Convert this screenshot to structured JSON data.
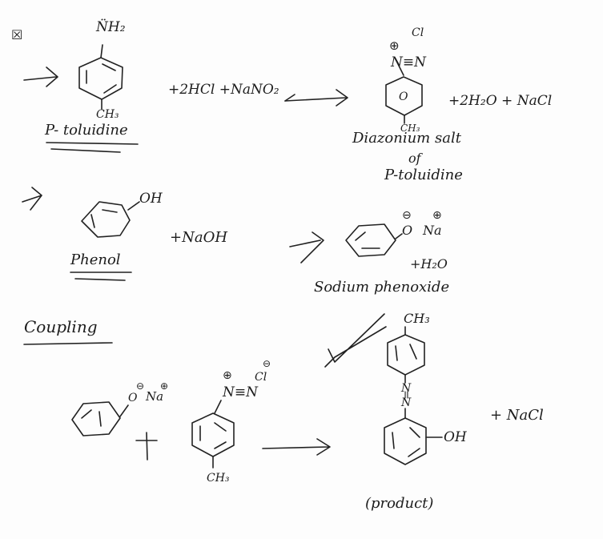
{
  "reaction1": {
    "marker": "☒",
    "amine": "N̈H₂",
    "methyl_left": "CH₃",
    "reactant_name": "P- toluidine",
    "reagents": "+2HCl +NaNO₂",
    "salt_plus": "⊕",
    "salt_chloride": "Cl",
    "salt_group": "N≡N",
    "salt_ring_label": "O",
    "salt_methyl": "CH₃",
    "byproducts": "+2H₂O + NaCl",
    "product_name_line1": "Diazonium salt",
    "product_name_line2": "of",
    "product_name_line3": "P-toluidine"
  },
  "reaction2": {
    "oh_label": "OH",
    "reactant_name": "Phenol",
    "reagent": "+NaOH",
    "phenoxide_group": "O",
    "phenoxide_minus": "⊖",
    "sodium": "Na",
    "sodium_plus": "⊕",
    "water": "+H₂O",
    "product_name": "Sodium phenoxide"
  },
  "coupling": {
    "heading": "Coupling",
    "reactant1_group": "O",
    "reactant1_minus": "⊖",
    "reactant1_sodium": "Na",
    "reactant1_plus": "⊕",
    "plus_sign": "+",
    "reactant2_plus": "⊕",
    "reactant2_chloride": "Cl",
    "reactant2_minus": "⊖",
    "reactant2_group": "N≡N",
    "reactant2_methyl": "CH₃",
    "product_methyl": "CH₃",
    "azo_n1": "N",
    "azo_eq": "=",
    "azo_n2": "N",
    "product_oh": "OH",
    "byproduct": "+ NaCl",
    "product_label": "(product)"
  }
}
